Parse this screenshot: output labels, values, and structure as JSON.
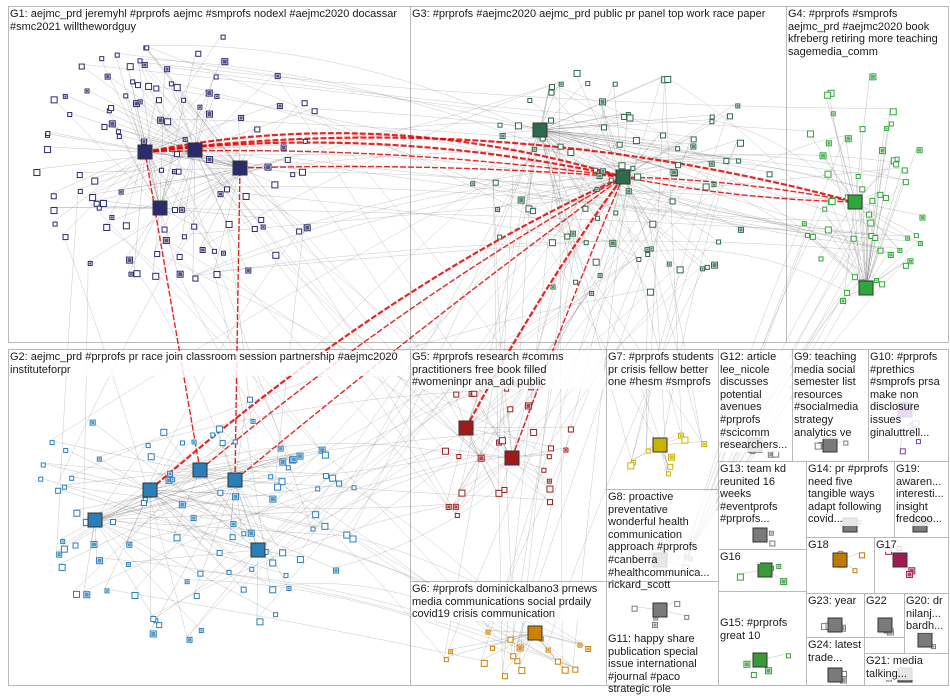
{
  "groups": [
    {
      "id": "G1",
      "label": "G1: aejmc_prd jeremyhl #prprofs aejmc #smprofs nodexl #aejmc2020 docassar #smc2021 willthewordguy",
      "color": "#2b2b6b"
    },
    {
      "id": "G3",
      "label": "G3: #prprofs #aejmc2020 aejmc_prd public pr panel top work race paper",
      "color": "#2e6b4a"
    },
    {
      "id": "G4",
      "label": "G4: #prprofs #smprofs aejmc_prd #aejmc2020 book kfreberg retiring more teaching sagemedia_comm",
      "color": "#2ea83a"
    },
    {
      "id": "G2",
      "label": "G2: aejmc_prd #prprofs pr race join classroom session partnership #aejmc2020 instituteforpr",
      "color": "#2a7fb8"
    },
    {
      "id": "G5",
      "label": "G5: #prprofs research #comms practitioners free book filled #womeninpr ana_adi public",
      "color": "#a01c1c"
    },
    {
      "id": "G7",
      "label": "G7: #prprofs students pr crisis fellow better one #hesm #smprofs",
      "color": "#c8b400"
    },
    {
      "id": "G12",
      "label": "G12: article lee_nicole discusses potential avenues #prprofs #scicomm researchers...",
      "color": "#7a7a7a"
    },
    {
      "id": "G9",
      "label": "G9: teaching media social semester list resources #socialmedia strategy analytics ve",
      "color": "#7a7a7a"
    },
    {
      "id": "G10",
      "label": "G10: #prprofs #prethics #smprofs prsa make non disclosure issues ginaluttrell...",
      "color": "#7a40b0"
    },
    {
      "id": "G13",
      "label": "G13: team kd reunited 16 weeks #eventprofs #prprofs...",
      "color": "#7a7a7a"
    },
    {
      "id": "G14",
      "label": "G14: pr #prprofs need five tangible ways adapt following covid...",
      "color": "#7a7a7a"
    },
    {
      "id": "G19",
      "label": "G19: awaren... interesti... insight fredcoo...",
      "color": "#7a7a7a"
    },
    {
      "id": "G8",
      "label": "G8: proactive preventative wonderful health communication approach #prprofs #canberra #healthcommunica... rickard_scott",
      "color": "#7a7a7a"
    },
    {
      "id": "G16",
      "label": "G16",
      "color": "#3a9a3a"
    },
    {
      "id": "G18",
      "label": "G18",
      "color": "#c07a00"
    },
    {
      "id": "G17",
      "label": "G17",
      "color": "#a01c50"
    },
    {
      "id": "G6",
      "label": "G6: #prprofs dominickalbano3 prnews media communications social prdaily covid19 crisis communication",
      "color": "#d08000"
    },
    {
      "id": "G11",
      "label": "G11: happy share publication special issue international #journal #paco strategic role",
      "color": "#7a7a7a"
    },
    {
      "id": "G15",
      "label": "G15: #prprofs great 10",
      "color": "#3a9a3a"
    },
    {
      "id": "G23",
      "label": "G23: year",
      "color": "#7a7a7a"
    },
    {
      "id": "G22",
      "label": "G22",
      "color": "#7a7a7a"
    },
    {
      "id": "G20",
      "label": "G20: dr nilanj... bardh...",
      "color": "#7a7a7a"
    },
    {
      "id": "G24",
      "label": "G24: latest trade...",
      "color": "#7a7a7a"
    },
    {
      "id": "G21",
      "label": "G21: media talking...",
      "color": "#7a7a7a"
    }
  ],
  "colors": {
    "edge": "#7a7a7a",
    "highlight_edge": "#e00000",
    "box_border": "#b9b9b9",
    "background": "#ffffff"
  }
}
